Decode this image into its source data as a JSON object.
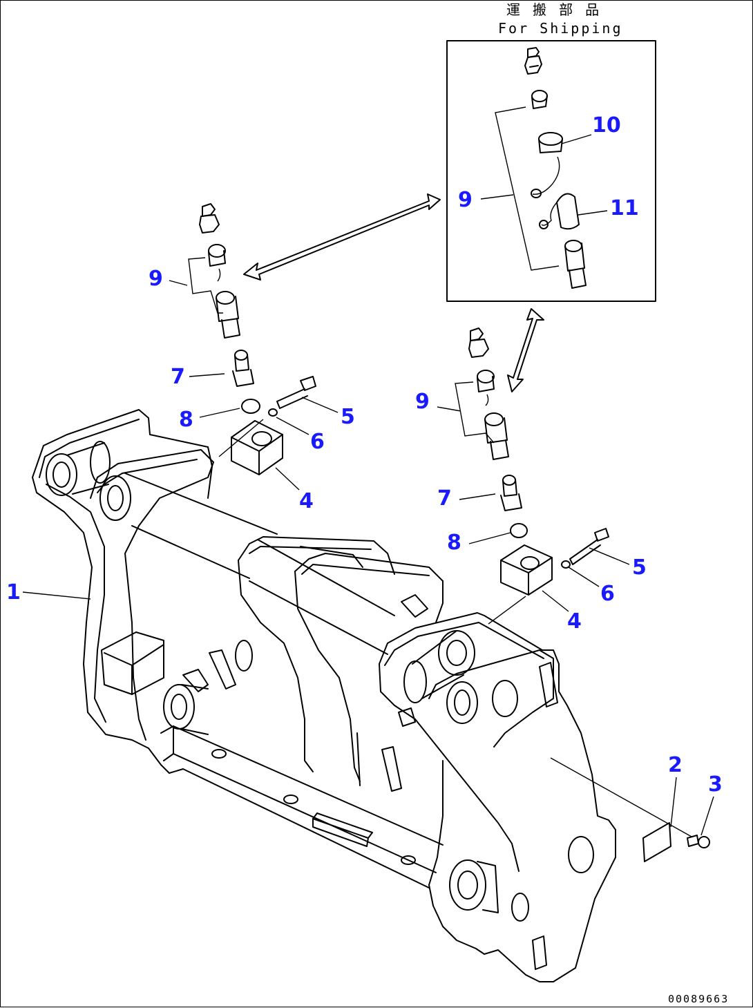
{
  "inset": {
    "title_jp": "運 搬 部 品",
    "title_en": "For Shipping"
  },
  "callouts": {
    "c1": "1",
    "c2": "2",
    "c3": "3",
    "c4a": "4",
    "c4b": "4",
    "c5a": "5",
    "c5b": "5",
    "c6a": "6",
    "c6b": "6",
    "c7a": "7",
    "c7b": "7",
    "c8a": "8",
    "c8b": "8",
    "c9a": "9",
    "c9b": "9",
    "c9c": "9",
    "c10": "10",
    "c11": "11"
  },
  "drawing_code": "00089663"
}
